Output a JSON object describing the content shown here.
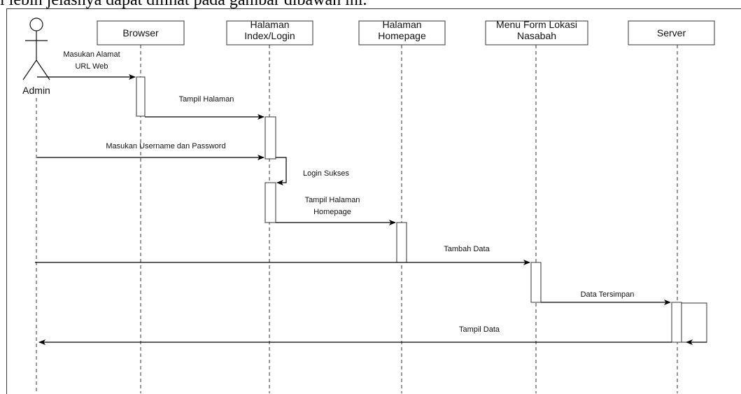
{
  "caption": "l lebih jelasnya dapat dilihat pada gambar dibawah ini.",
  "actor": {
    "label": "Admin"
  },
  "participants": [
    {
      "id": "browser",
      "lines": [
        "Browser"
      ]
    },
    {
      "id": "login",
      "lines": [
        "Halaman",
        "Index/Login"
      ]
    },
    {
      "id": "homepage",
      "lines": [
        "Halaman",
        "Homepage"
      ]
    },
    {
      "id": "form",
      "lines": [
        "Menu Form Lokasi",
        "Nasabah"
      ]
    },
    {
      "id": "server",
      "lines": [
        "Server"
      ]
    }
  ],
  "messages": [
    {
      "lines": [
        "Masukan Alamat",
        "URL Web"
      ]
    },
    {
      "lines": [
        "Tampil Halaman"
      ]
    },
    {
      "lines": [
        "Masukan Username dan Password"
      ]
    },
    {
      "lines": [
        "Login Sukses"
      ]
    },
    {
      "lines": [
        "Tampil Halaman",
        "Homepage"
      ]
    },
    {
      "lines": [
        "Tambah Data"
      ]
    },
    {
      "lines": [
        "Data Tersimpan"
      ]
    },
    {
      "lines": [
        "Tampil Data"
      ]
    }
  ]
}
